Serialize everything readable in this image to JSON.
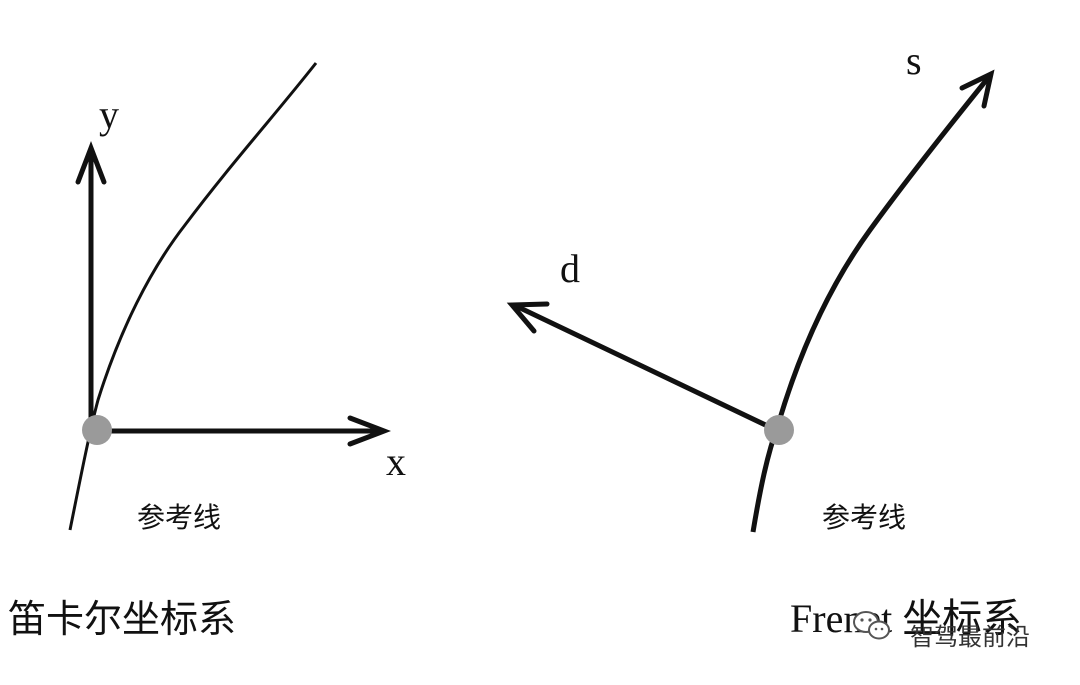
{
  "cartesian": {
    "axis_y_label": "y",
    "axis_x_label": "x",
    "reference_line_label": "参考线",
    "title": "笛卡尔坐标系"
  },
  "frenet": {
    "axis_s_label": "s",
    "axis_d_label": "d",
    "reference_line_label": "参考线",
    "title": "Frenet 坐标系"
  },
  "watermark": {
    "text": "智驾最前沿",
    "icon": "wechat-icon"
  },
  "colors": {
    "stroke": "#111111",
    "origin_point": "#9a9a9a"
  }
}
